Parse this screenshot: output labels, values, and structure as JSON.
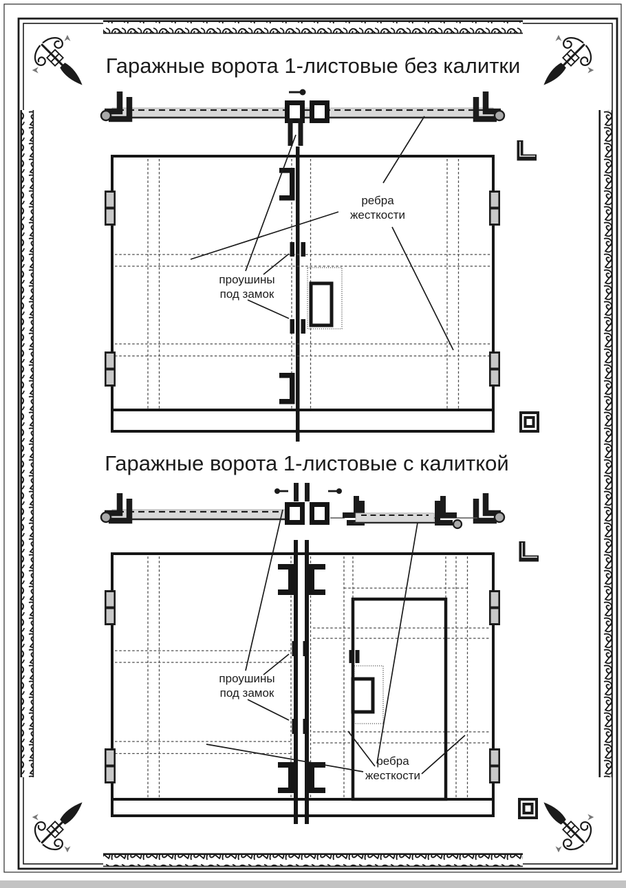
{
  "page": {
    "background_color": "#ffffff",
    "ink_color": "#1b1b1b",
    "steel_fill_color": "#d9d9d9",
    "hinge_fill_color": "#c8c8c8"
  },
  "diagram1": {
    "title": "Гаражные ворота 1-листовые без калитки",
    "labels": {
      "ribs_line1": "ребра",
      "ribs_line2": "жесткости",
      "lugs_line1": "проушины",
      "lugs_line2": "под замок"
    }
  },
  "diagram2": {
    "title": "Гаражные ворота 1-листовые с калиткой",
    "labels": {
      "ribs_line1": "ребра",
      "ribs_line2": "жесткости",
      "lugs_line1": "проушины",
      "lugs_line2": "под замок"
    }
  }
}
